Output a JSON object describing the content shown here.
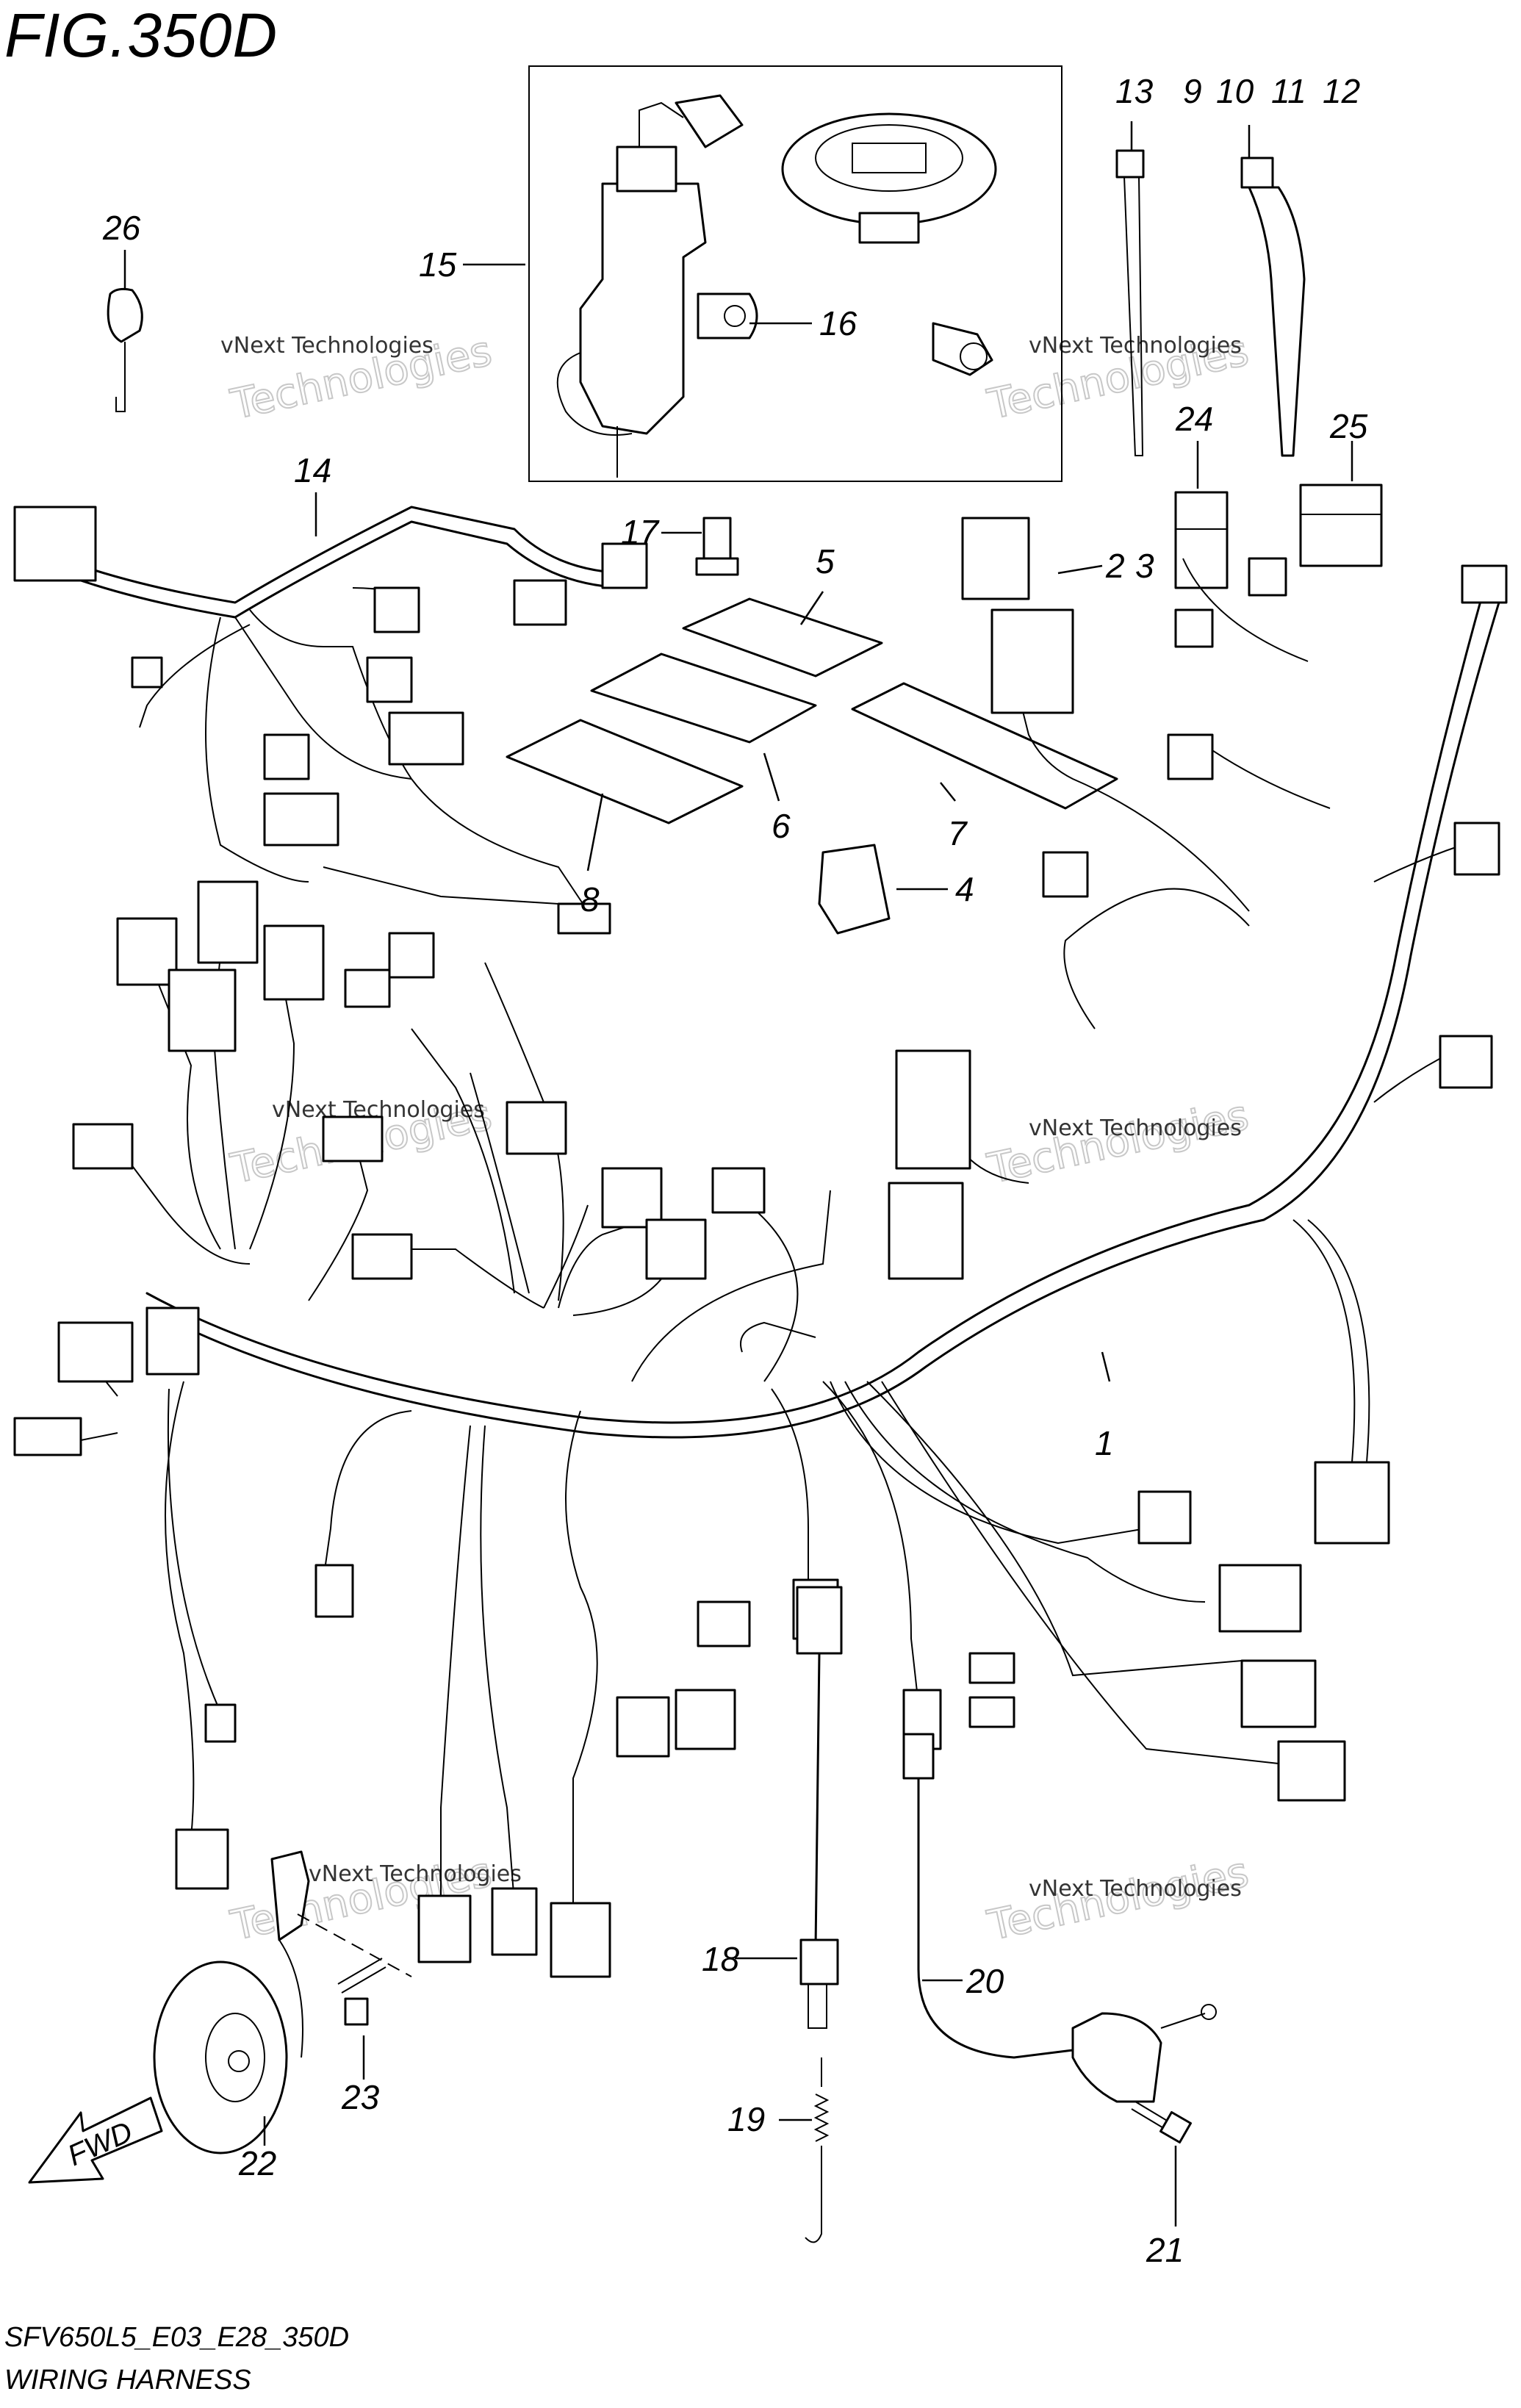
{
  "figure": {
    "title": "FIG.350D",
    "model_code": "SFV650L5_E03_E28_350D",
    "name": "WIRING HARNESS"
  },
  "watermark": {
    "line1": "vNext Technologies",
    "line2": "Technologies"
  },
  "arrow": {
    "label": "FWD"
  },
  "callouts": [
    {
      "id": "c1",
      "text": "1"
    },
    {
      "id": "c2",
      "text": "2"
    },
    {
      "id": "c3",
      "text": "3"
    },
    {
      "id": "c4",
      "text": "4"
    },
    {
      "id": "c5",
      "text": "5"
    },
    {
      "id": "c6",
      "text": "6"
    },
    {
      "id": "c7",
      "text": "7"
    },
    {
      "id": "c8",
      "text": "8"
    },
    {
      "id": "c9",
      "text": "9"
    },
    {
      "id": "c10",
      "text": "10"
    },
    {
      "id": "c11",
      "text": "11"
    },
    {
      "id": "c12",
      "text": "12"
    },
    {
      "id": "c13",
      "text": "13"
    },
    {
      "id": "c14",
      "text": "14"
    },
    {
      "id": "c15",
      "text": "15"
    },
    {
      "id": "c16",
      "text": "16"
    },
    {
      "id": "c17",
      "text": "17"
    },
    {
      "id": "c18",
      "text": "18"
    },
    {
      "id": "c19",
      "text": "19"
    },
    {
      "id": "c20",
      "text": "20"
    },
    {
      "id": "c21",
      "text": "21"
    },
    {
      "id": "c22",
      "text": "22"
    },
    {
      "id": "c23",
      "text": "23"
    },
    {
      "id": "c24",
      "text": "24"
    },
    {
      "id": "c25",
      "text": "25"
    },
    {
      "id": "c26",
      "text": "26"
    }
  ]
}
